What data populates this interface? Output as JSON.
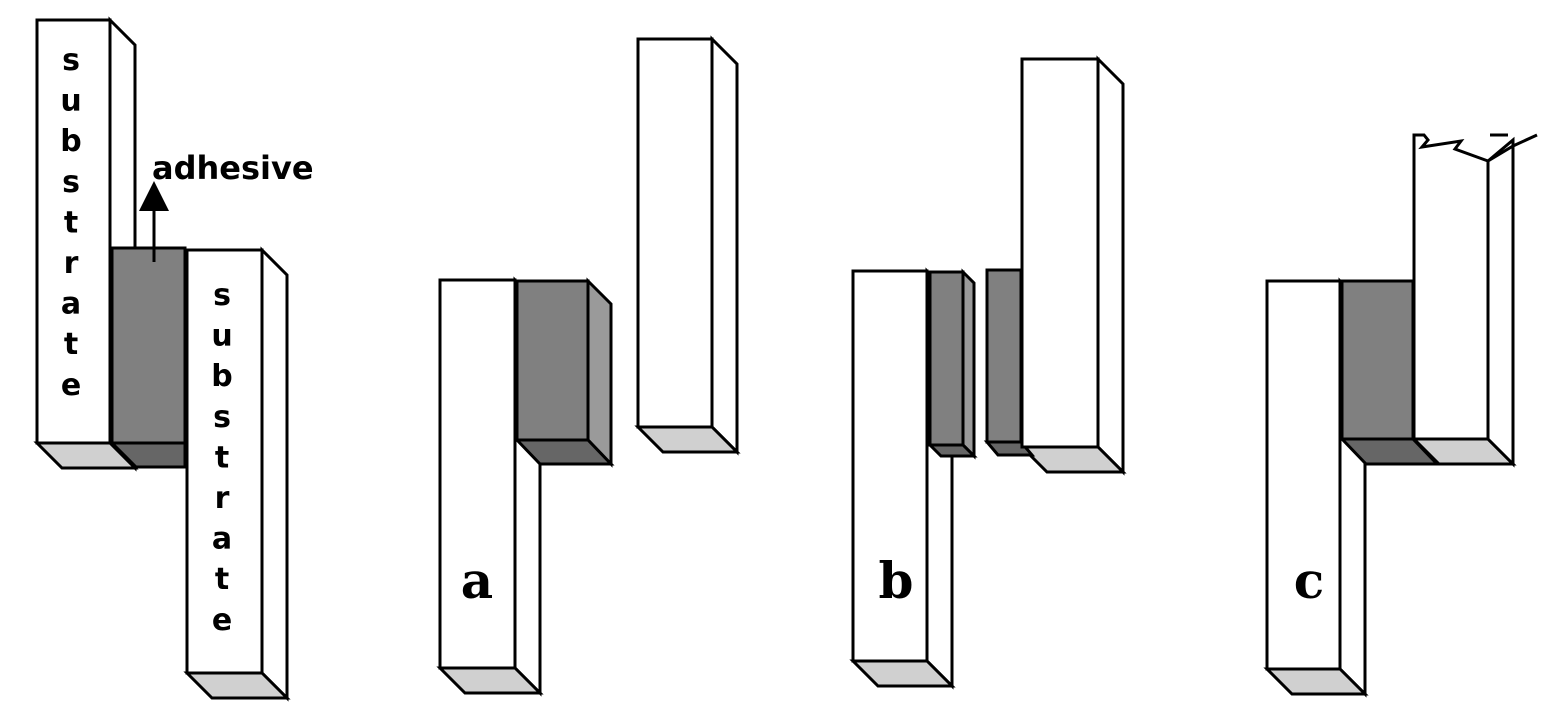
{
  "labels": {
    "substrate_top": "substrate",
    "substrate_bottom": "substrate",
    "adhesive": "adhesive"
  },
  "panels": [
    "a",
    "b",
    "c"
  ],
  "colors": {
    "face": "#ffffff",
    "bottom_face": "#d0d0d0",
    "adhesive_front": "#808080",
    "adhesive_side": "#9a9a9a",
    "adhesive_bottom": "#666666",
    "line": "#000000"
  }
}
